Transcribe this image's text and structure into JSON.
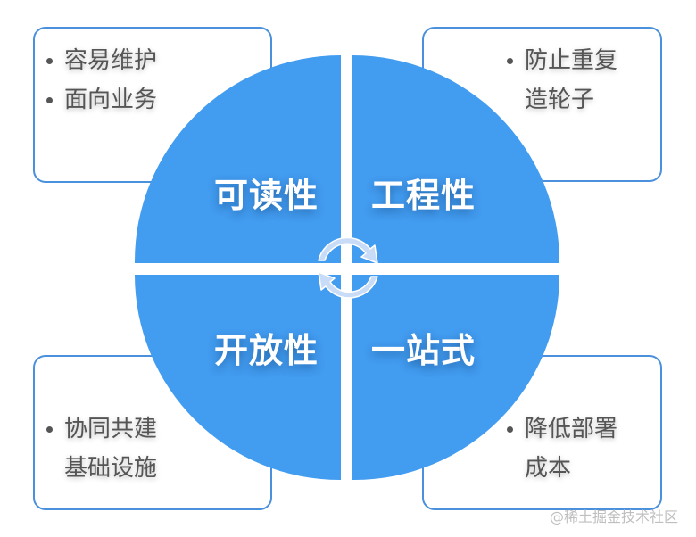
{
  "diagram": {
    "type": "four-quadrant-circle",
    "colors": {
      "quadrant_fill": "#429cf0",
      "box_border": "#4a90dc",
      "bullet_text": "#555555",
      "label_text": "#ffffff",
      "arrow": "#c9dcf7"
    },
    "quadrants": [
      {
        "position": "top-left",
        "label": "可读性",
        "bullets": [
          "容易维护",
          "面向业务"
        ]
      },
      {
        "position": "top-right",
        "label": "工程性",
        "bullets": [
          "防止重复",
          "造轮子"
        ]
      },
      {
        "position": "bottom-left",
        "label": "开放性",
        "bullets": [
          "协同共建",
          "基础设施"
        ]
      },
      {
        "position": "bottom-right",
        "label": "一站式",
        "bullets": [
          "降低部署",
          "成本"
        ]
      }
    ],
    "center_icon": "cycle-arrows-icon",
    "watermark": "@稀土掘金技术社区"
  }
}
